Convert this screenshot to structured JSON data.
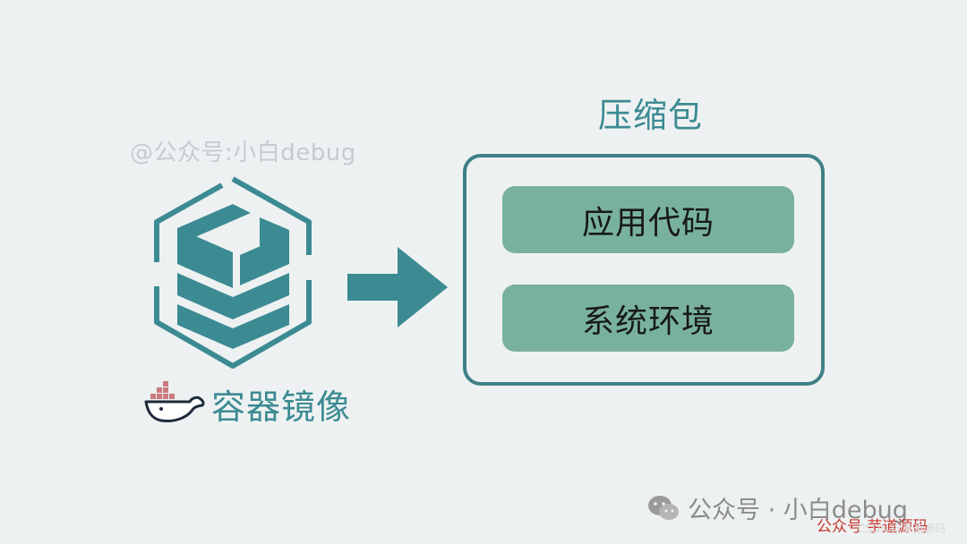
{
  "diagram": {
    "watermark_top": "@公众号:小白debug",
    "image_label": "容器镜像",
    "package_title": "压缩包",
    "package_items": [
      "应用代码",
      "系统环境"
    ],
    "icons": {
      "image": "hexagon-layered-cube-icon",
      "arrow": "right-arrow-icon",
      "docker": "docker-whale-icon",
      "wechat": "wechat-icon"
    },
    "colors": {
      "accent": "#3c8b93",
      "pill": "#79b1a0",
      "box_border": "#3f8087",
      "background": "#eef1f2"
    }
  },
  "footer": {
    "wechat_watermark": "公众号 · 小白debug",
    "red_watermark": "公众号  芋道源码",
    "csdn_watermark": "CSDN @芋道源码"
  }
}
